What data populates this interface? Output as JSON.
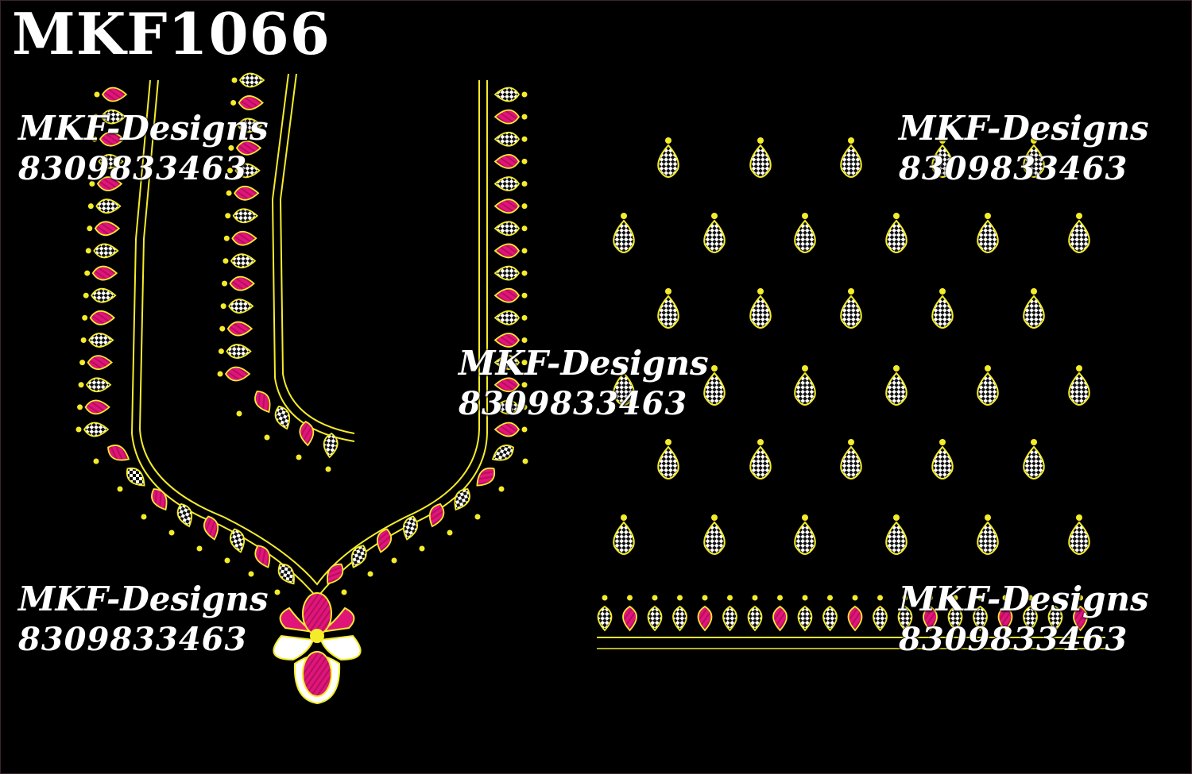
{
  "design_code": "MKF1066",
  "watermarks": [
    {
      "brand": "MKF-Designs",
      "phone": "8309833463"
    },
    {
      "brand": "MKF-Designs",
      "phone": "8309833463"
    },
    {
      "brand": "MKF-Designs",
      "phone": "8309833463"
    },
    {
      "brand": "MKF-Designs",
      "phone": "8309833463"
    },
    {
      "brand": "MKF-Designs",
      "phone": "8309833463"
    }
  ],
  "colors": {
    "background": "#000000",
    "pink": "#e0157a",
    "pink_shade": "#b50e60",
    "yellow": "#f4ec2a",
    "white": "#ffffff",
    "checker": "#111111"
  }
}
